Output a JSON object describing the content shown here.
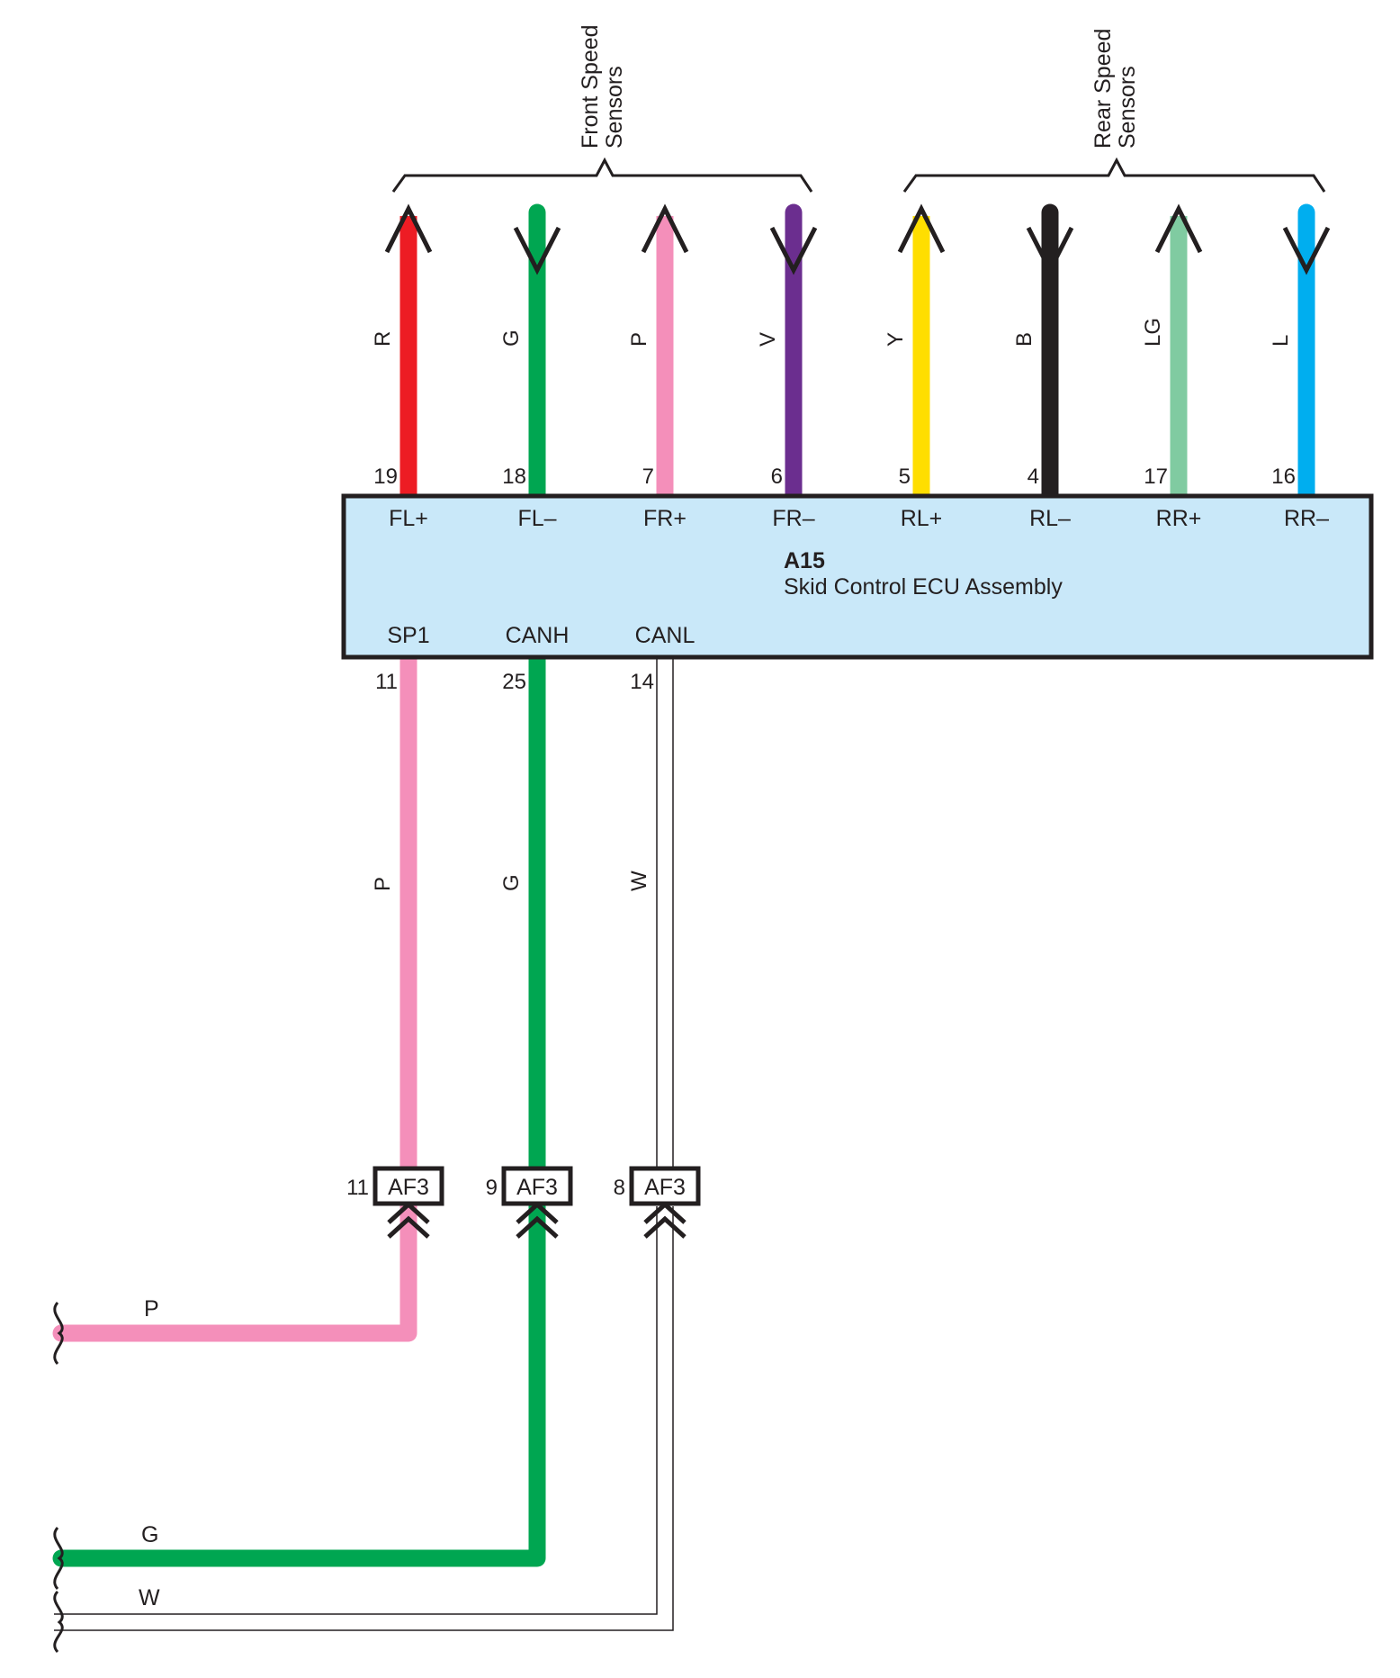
{
  "groups": {
    "front": [
      "Front Speed",
      "Sensors"
    ],
    "rear": [
      "Rear Speed",
      "Sensors"
    ]
  },
  "ecu": {
    "id": "A15",
    "name": "Skid Control ECU Assembly",
    "fill": "#c9e8f9"
  },
  "top_wires": [
    {
      "pin": "19",
      "terminal": "FL+",
      "color_code": "R",
      "color": "#ed1c24",
      "arrow": "up"
    },
    {
      "pin": "18",
      "terminal": "FL–",
      "color_code": "G",
      "color": "#00a651",
      "arrow": "down"
    },
    {
      "pin": "7",
      "terminal": "FR+",
      "color_code": "P",
      "color": "#f48fba",
      "arrow": "up"
    },
    {
      "pin": "6",
      "terminal": "FR–",
      "color_code": "V",
      "color": "#6b2e8f",
      "arrow": "down"
    },
    {
      "pin": "5",
      "terminal": "RL+",
      "color_code": "Y",
      "color": "#ffde00",
      "arrow": "up"
    },
    {
      "pin": "4",
      "terminal": "RL–",
      "color_code": "B",
      "color": "#231f20",
      "arrow": "down"
    },
    {
      "pin": "17",
      "terminal": "RR+",
      "color_code": "LG",
      "color": "#80cba1",
      "arrow": "up"
    },
    {
      "pin": "16",
      "terminal": "RR–",
      "color_code": "L",
      "color": "#00aeef",
      "arrow": "down"
    }
  ],
  "bottom_wires": [
    {
      "pin": "11",
      "terminal": "SP1",
      "color_code": "P",
      "color": "#f48fba",
      "connector": "AF3",
      "connector_pin": "11",
      "end_label": "P"
    },
    {
      "pin": "25",
      "terminal": "CANH",
      "color_code": "G",
      "color": "#00a651",
      "connector": "AF3",
      "connector_pin": "9",
      "end_label": "G"
    },
    {
      "pin": "14",
      "terminal": "CANL",
      "color_code": "W",
      "color": "#ffffff",
      "connector": "AF3",
      "connector_pin": "8",
      "end_label": "W"
    }
  ]
}
